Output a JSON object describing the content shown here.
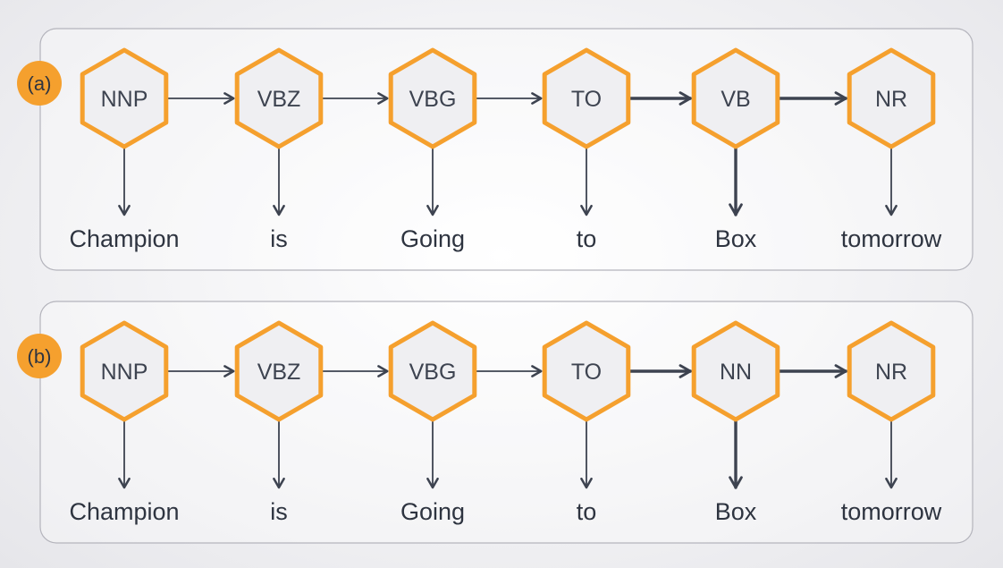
{
  "colors": {
    "accent": "#f5a02e",
    "hex_fill": "#efeff2",
    "line": "#3d4350",
    "text": "#2e3440",
    "panel_border": "#b4b4bc"
  },
  "panels": [
    {
      "badge": "(a)",
      "tags": [
        "NNP",
        "VBZ",
        "VBG",
        "TO",
        "VB",
        "NR"
      ],
      "words": [
        "Champion",
        "is",
        "Going",
        "to",
        "Box",
        "tomorrow"
      ]
    },
    {
      "badge": "(b)",
      "tags": [
        "NNP",
        "VBZ",
        "VBG",
        "TO",
        "NN",
        "NR"
      ],
      "words": [
        "Champion",
        "is",
        "Going",
        "to",
        "Box",
        "tomorrow"
      ]
    }
  ]
}
